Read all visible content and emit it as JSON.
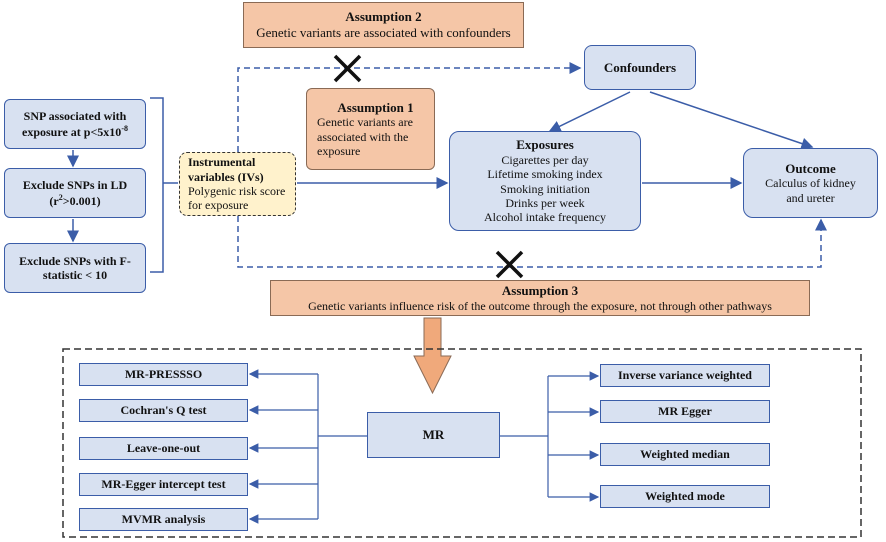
{
  "assumption2": {
    "title": "Assumption 2",
    "text": "Genetic variants are associated with confounders"
  },
  "assumption1": {
    "title": "Assumption 1",
    "text": "Genetic variants are associated with the exposure"
  },
  "assumption3": {
    "title": "Assumption 3",
    "text": "Genetic variants influence risk of the outcome through the exposure, not through other pathways"
  },
  "confounders": "Confounders",
  "exposures": {
    "title": "Exposures",
    "items": [
      "Cigarettes per day",
      "Lifetime smoking index",
      "Smoking initiation",
      "Drinks per week",
      "Alcohol intake frequency"
    ]
  },
  "outcome": {
    "title": "Outcome",
    "text": "Calculus of kidney and ureter"
  },
  "snp_steps": {
    "step1": "SNP associated with exposure at p<5x10",
    "step1_exp": "-8",
    "step2": "Exclude SNPs in LD",
    "step2_r": "(r",
    "step2_sup": "2",
    "step2_rest": ">0.001)",
    "step3": "Exclude SNPs with F-statistic < 10"
  },
  "ivs": {
    "title": "Instrumental variables (IVs)",
    "text": "Polygenic risk score for exposure"
  },
  "mr": "MR",
  "left_methods": [
    "MR-PRESSSO",
    "Cochran's Q test",
    "Leave-one-out",
    "MR-Egger intercept test",
    "MVMR analysis"
  ],
  "right_methods": [
    "Inverse variance weighted",
    "MR Egger",
    "Weighted median",
    "Weighted mode"
  ],
  "colors": {
    "blue_fill": "#d8e1f1",
    "blue_line": "#3b5da8",
    "orange_fill": "#f5c6a7",
    "yellow_fill": "#fff2cc"
  }
}
